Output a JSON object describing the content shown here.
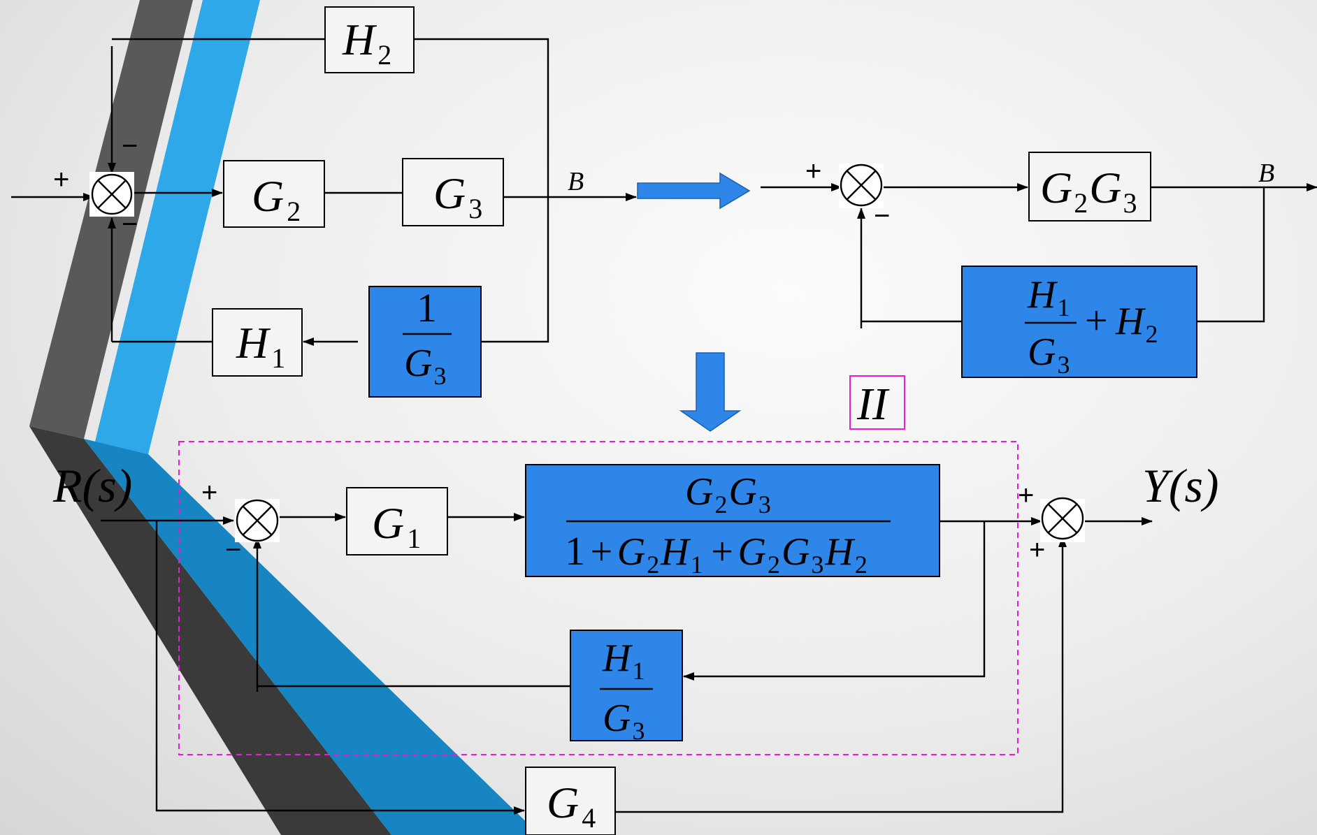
{
  "colors": {
    "accent_blue": "#2e86e8",
    "stripe_dark": "#595959",
    "stripe_light_blue": "#2ea8e8",
    "region_outline": "#e81bd6"
  },
  "blocks": {
    "h2": {
      "main": "H",
      "sub": "2"
    },
    "g2": {
      "main": "G",
      "sub": "2"
    },
    "g3": {
      "main": "G",
      "sub": "3"
    },
    "h1": {
      "main": "H",
      "sub": "1"
    },
    "inv_g3": {
      "num": "1",
      "den_main": "G",
      "den_sub": "3"
    },
    "g2g3": {
      "p1": "G",
      "s1": "2",
      "p2": "G",
      "s2": "3"
    },
    "feedback_eq": {
      "num_main": "H",
      "num_sub": "1",
      "den_main": "G",
      "den_sub": "3",
      "op": "+",
      "term_main": "H",
      "term_sub": "2"
    },
    "g1": {
      "main": "G",
      "sub": "1"
    },
    "closed_loop": {
      "num_p1": "G",
      "num_s1": "2",
      "num_p2": "G",
      "num_s2": "3",
      "den_one": "1",
      "den_op1": "+",
      "den_p1": "G",
      "den_s1": "2",
      "den_p2": "H",
      "den_s2": "1",
      "den_op2": "+",
      "den_p3": "G",
      "den_s3": "2",
      "den_p4": "G",
      "den_s4": "3",
      "den_p5": "H",
      "den_s5": "2"
    },
    "h1_over_g3": {
      "num_main": "H",
      "num_sub": "1",
      "den_main": "G",
      "den_sub": "3"
    },
    "g4": {
      "main": "G",
      "sub": "4"
    }
  },
  "signs": {
    "plus": "+",
    "minus": "−"
  },
  "labels": {
    "point_b": "B",
    "input": "R(s)",
    "output": "Y(s)",
    "region_tag": "II"
  }
}
